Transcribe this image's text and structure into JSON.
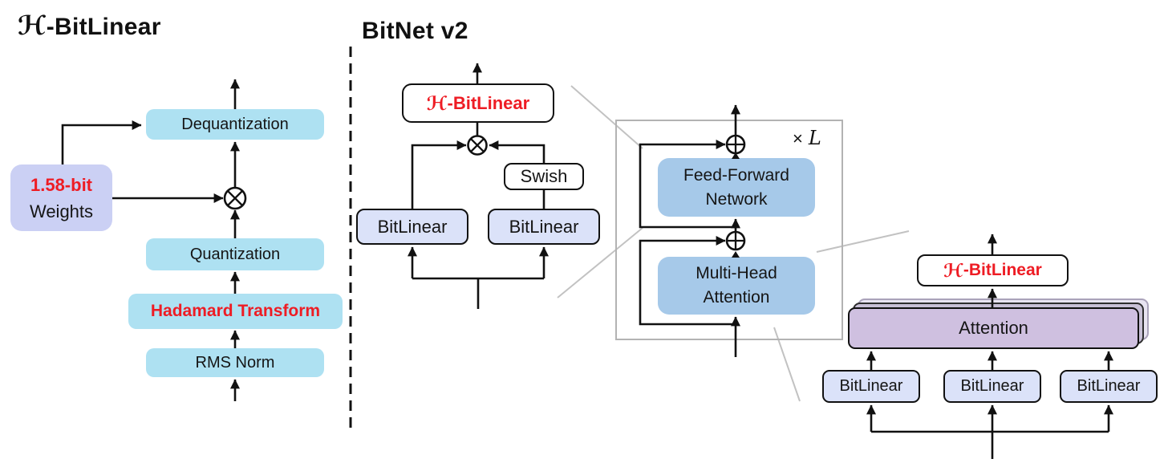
{
  "colors": {
    "cyan_box": "#aee1f2",
    "periwinkle_box": "#cbd0f4",
    "pale_bitlinear_box": "#dbe2f9",
    "steel_blue_box": "#a6c9e9",
    "purple_attention_box": "#cfc0e0",
    "accent_red": "#ee1c24",
    "frame_gray": "#b3b3b3",
    "callout_gray": "#c2c2c2",
    "line_black": "#111111"
  },
  "left_panel": {
    "title_script": "ℋ",
    "title_rest": "-BitLinear",
    "dequantization": "Dequantization",
    "weights_line1": "1.58-bit",
    "weights_line2": "Weights",
    "quantization": "Quantization",
    "hadamard": "Hadamard Transform",
    "rms_norm": "RMS Norm",
    "otimes_operator": "⊗"
  },
  "bitnet_panel": {
    "title": "BitNet v2",
    "h_bitlinear_script": "ℋ",
    "h_bitlinear_rest": "-BitLinear",
    "swish": "Swish",
    "bitlinear_left": "BitLinear",
    "bitlinear_right": "BitLinear",
    "otimes_operator": "⊗"
  },
  "transformer_panel": {
    "repeat_times": "×",
    "repeat_var": "L",
    "ffn_line1": "Feed-Forward",
    "ffn_line2": "Network",
    "mha_line1": "Multi-Head",
    "mha_line2": "Attention",
    "oplus_operator": "⊕"
  },
  "attention_panel": {
    "h_bitlinear_script": "ℋ",
    "h_bitlinear_rest": "-BitLinear",
    "attention": "Attention",
    "bitlinear_1": "BitLinear",
    "bitlinear_2": "BitLinear",
    "bitlinear_3": "BitLinear"
  }
}
